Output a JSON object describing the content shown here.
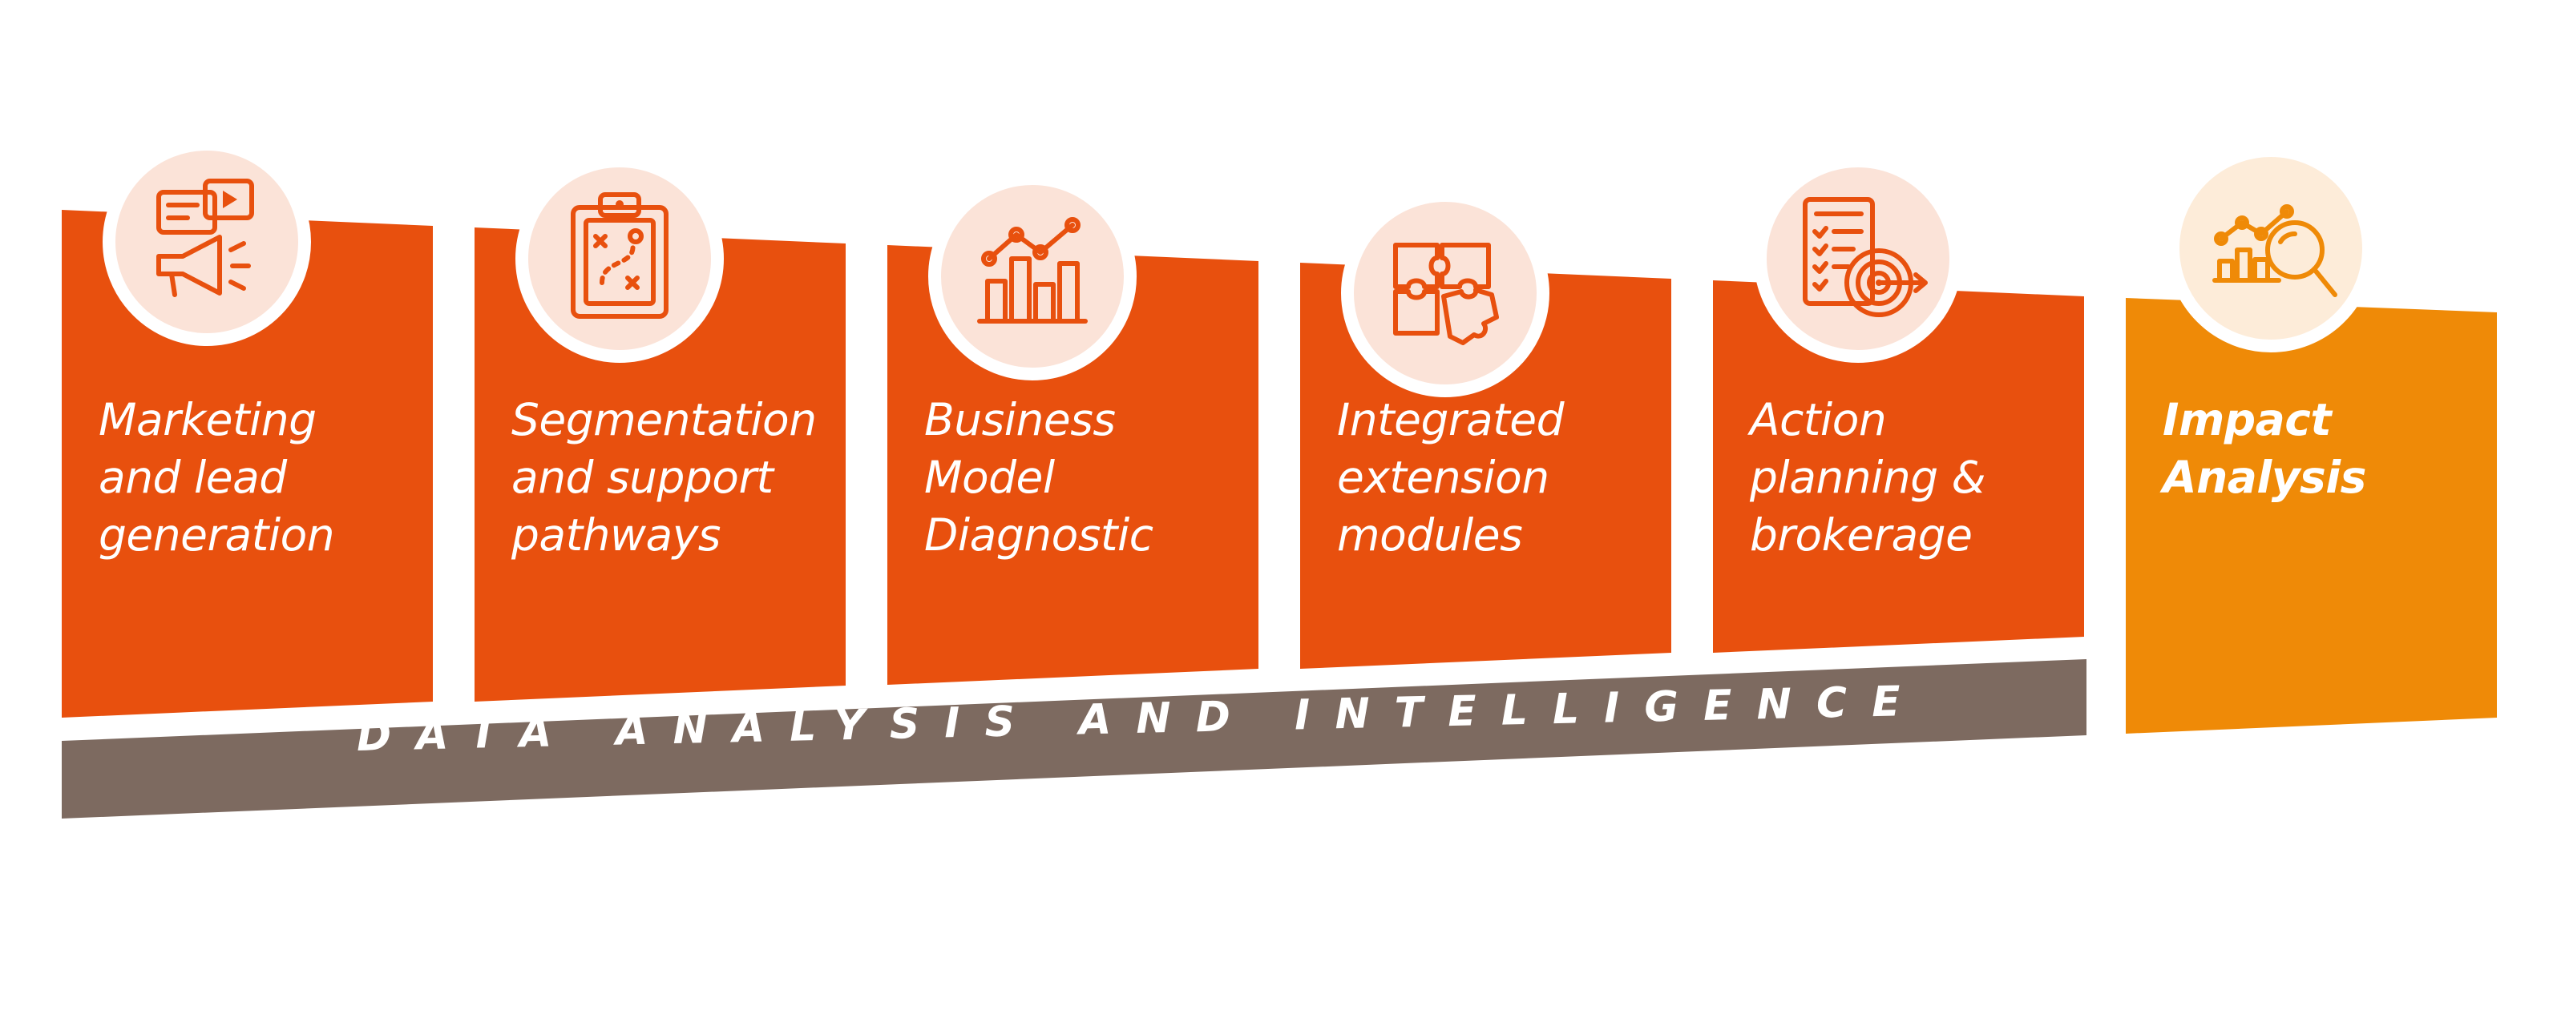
{
  "stages": [
    {
      "label": "Marketing\nand lead\ngeneration",
      "icon": "megaphone-chat-icon"
    },
    {
      "label": "Segmentation\nand support\npathways",
      "icon": "clipboard-pathway-icon"
    },
    {
      "label": "Business\nModel\nDiagnostic",
      "icon": "bar-chart-trend-icon"
    },
    {
      "label": "Integrated\nextension\nmodules",
      "icon": "puzzle-pieces-icon"
    },
    {
      "label": "Action\nplanning &\nbrokerage",
      "icon": "checklist-target-icon"
    },
    {
      "label": "Impact\nAnalysis",
      "icon": "chart-magnifier-icon"
    }
  ],
  "band": {
    "label": "DATA ANALYSIS AND INTELLIGENCE"
  },
  "colors": {
    "stage_orange": "#e8500e",
    "highlight_orange": "#ef8a07",
    "band_brown": "#7d6a60",
    "icon_circle": "#fbe3d8"
  }
}
